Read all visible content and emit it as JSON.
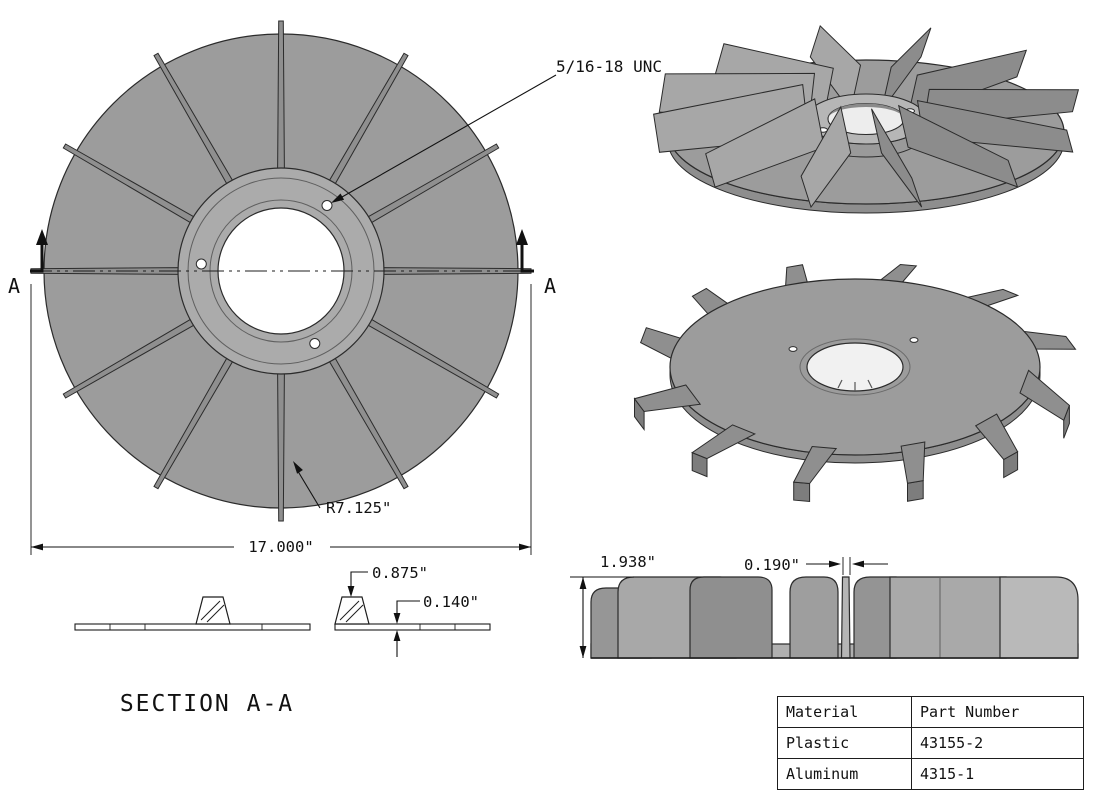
{
  "drawing": {
    "front_view": {
      "blade_count": 12
    },
    "callouts": {
      "thread": "5/16-18 UNC",
      "radius": "R7.125\"",
      "diameter": "17.000\"",
      "blade_height": "0.875\"",
      "plate_thickness": "0.140\"",
      "overall_height": "1.938\"",
      "blade_width": "0.190\""
    },
    "section": {
      "label": "SECTION A-A",
      "marker_left": "A",
      "marker_right": "A"
    },
    "table": {
      "headers": [
        "Material",
        "Part Number"
      ],
      "rows": [
        {
          "material": "Plastic",
          "part_number": "43155-2"
        },
        {
          "material": "Aluminum",
          "part_number": "4315-1"
        }
      ]
    },
    "colors": {
      "disc": "#9c9c9c",
      "hub": "#ababab",
      "blade": "#8f8f8f",
      "outline": "#2b2b2b",
      "background": "#ffffff"
    }
  }
}
